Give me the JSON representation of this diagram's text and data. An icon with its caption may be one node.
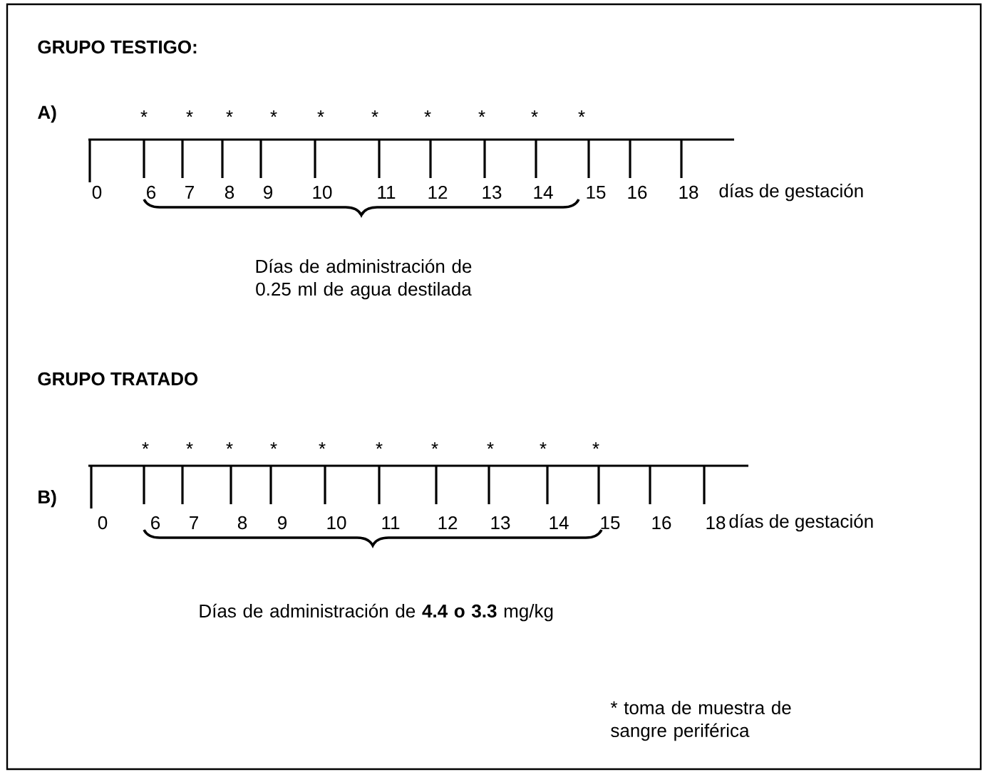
{
  "diagram": {
    "labels": [
      "GRUPO TESTIGO:",
      "A)",
      "*",
      "*",
      "*",
      "*",
      "*",
      "*",
      "*",
      "*",
      "*",
      "*",
      "0",
      "6",
      "7",
      "8",
      "9",
      "10",
      "11",
      "12",
      "13",
      "14",
      "15",
      "16",
      "18",
      "días de gestación",
      "Días de administración de 0.25 ml de agua destilada",
      "GRUPO TRATADO",
      "*",
      "*",
      "*",
      "*",
      "*",
      "*",
      "*",
      "*",
      "*",
      "*",
      "B)",
      "0",
      "6",
      "7",
      "8",
      "9",
      "10",
      "11",
      "12",
      "13",
      "14",
      "15",
      "16",
      "18",
      "días de gestación",
      "Días de administración de **4.4 o 3.3** mg/kg",
      "* toma de muestra de sangre periférica"
    ]
  }
}
